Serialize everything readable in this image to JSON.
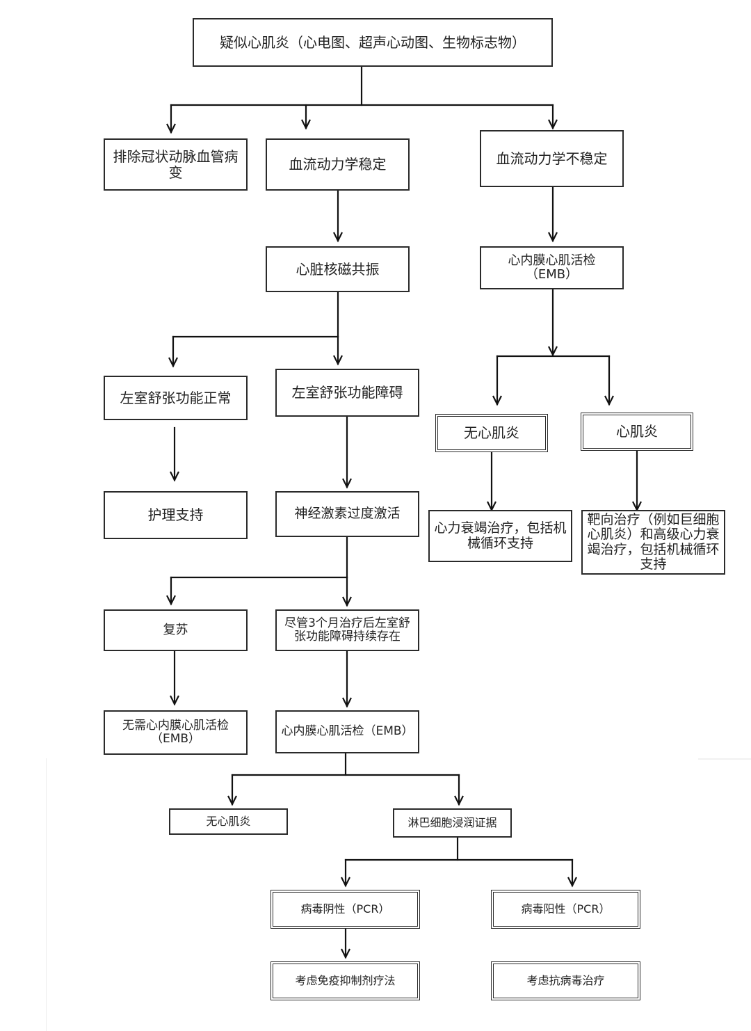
{
  "nodes": {
    "suspected": "疑似心肌炎（心电图、超声心动图、生物标志物）",
    "exclude_cad": "排除冠状动脉血管病变",
    "hemo_stable": "血流动力学稳定",
    "hemo_unstable": "血流动力学不稳定",
    "cmr": "心脏核磁共振",
    "emb_right": "心内膜心肌活检（EMB）",
    "lv_normal": "左室舒张功能正常",
    "lv_dysfunction": "左室舒张功能障碍",
    "no_myocarditis_right": "无心肌炎",
    "myocarditis": "心肌炎",
    "care_support": "护理支持",
    "neurohormonal": "神经激素过度激活",
    "hf_treatment": "心力衰竭治疗，包括机械循环支持",
    "targeted_treatment": "靶向治疗（例如巨细胞心肌炎）和高级心力衰竭治疗，包括机械循环支持",
    "recovery": "复苏",
    "persistent": "尽管3个月治疗后左室舒张功能障碍持续存在",
    "no_emb": "无需心内膜心肌活检（EMB）",
    "emb_left": "心内膜心肌活检（EMB）",
    "no_myocarditis_left": "无心肌炎",
    "lymph": "淋巴细胞浸润证据",
    "virus_neg": "病毒阴性（PCR）",
    "virus_pos": "病毒阳性（PCR）",
    "immuno": "考虑免疫抑制剂疗法",
    "antiviral": "考虑抗病毒治疗"
  },
  "colors": {
    "line": "#111111",
    "border": "#2a2a2a",
    "text": "#222222"
  }
}
